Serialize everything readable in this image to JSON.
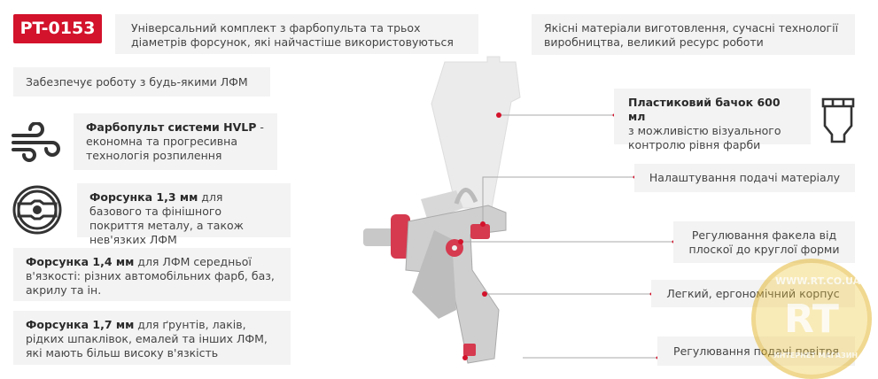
{
  "badge": "PT-0153",
  "left": {
    "universal": "Універсальний комплект з фарбопульта та трьох діаметрів форсунок, які найчастіше використовуються",
    "any_paint": "Забезпечує роботу з будь-якими ЛФМ",
    "hvlp": {
      "bold": "Фарбопульт системи HVLP",
      "text": " - економна та прогресивна технологія розпилення"
    },
    "n13": {
      "bold": "Форсунка 1,3 мм",
      "text": " для базового та фінішного покриття металу, а також нев'язких ЛФМ"
    },
    "n14": {
      "bold": "Форсунка 1,4 мм",
      "text": " для ЛФМ середньої в'язкості: різних автомобільних фарб, баз, акрилу та ін."
    },
    "n17": {
      "bold": "Форсунка 1,7 мм",
      "text": " для ґрунтів, лаків, рідких шпаклівок, емалей та інших ЛФМ, які мають більш високу в'язкість"
    }
  },
  "right": {
    "quality": "Якісні матеріали виготовлення, сучасні технології виробництва, великий ресурс роботи",
    "tank": {
      "bold": "Пластиковий бачок 600 мл",
      "text": "з можливістю візуального контролю рівня фарби"
    },
    "material": "Налаштування подачі матеріалу",
    "fan": "Регулювання факела від плоскої до круглої форми",
    "body": "Легкий, ергономічний корпус",
    "air": "Регулювання подачі повітря"
  },
  "watermark": {
    "top": "WWW.RT.CO.UA",
    "logo": "RT",
    "bottom": "ИНТЕРНЕТ МАГАЗИН"
  },
  "colors": {
    "accent": "#d3122b",
    "box": "#f3f3f3"
  }
}
